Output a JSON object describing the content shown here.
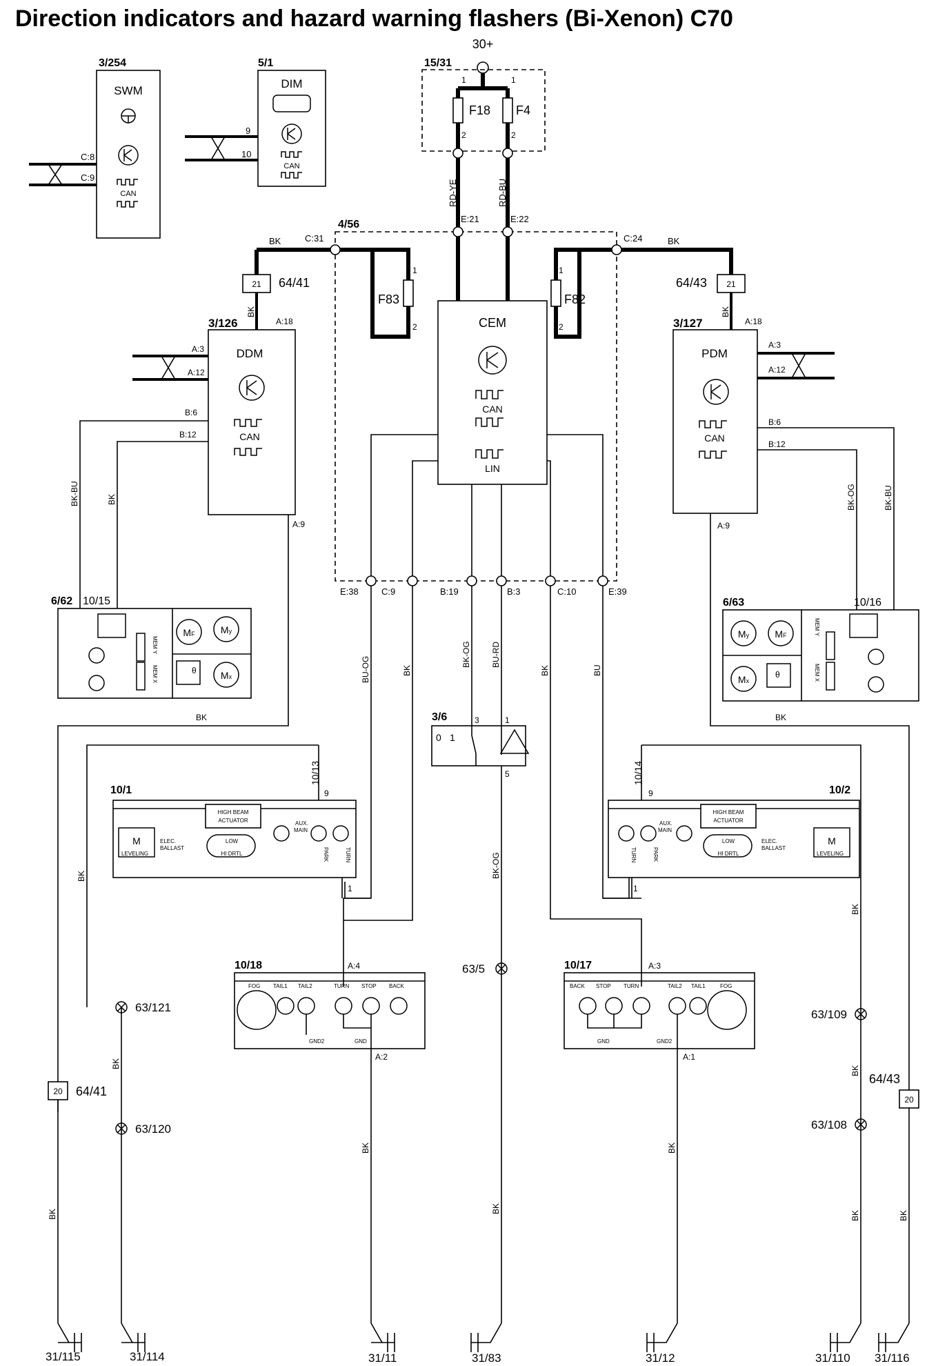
{
  "title": "Direction indicators and hazard warning flashers (Bi-Xenon) C70",
  "supply": "30+",
  "modules": {
    "swm": {
      "code": "3/254",
      "name": "SWM",
      "can": "CAN",
      "pins": [
        "C:8",
        "C:9"
      ]
    },
    "dim": {
      "code": "5/1",
      "name": "DIM",
      "can": "CAN",
      "pins": [
        "9",
        "10"
      ]
    },
    "fusebox": {
      "code": "15/31",
      "fuses": [
        "F18",
        "F4"
      ],
      "pin_top": "1",
      "pin_bottom": "2"
    },
    "cem": {
      "name": "CEM",
      "can": "CAN",
      "lin": "LIN"
    },
    "ddm": {
      "code": "3/126",
      "name": "DDM",
      "can": "CAN",
      "pins": [
        "A:18",
        "A:3",
        "A:12",
        "B:6",
        "B:12",
        "A:9"
      ]
    },
    "pdm": {
      "code": "3/127",
      "name": "PDM",
      "can": "CAN",
      "pins": [
        "A:18",
        "A:3",
        "A:12",
        "B:6",
        "B:12",
        "A:9"
      ]
    },
    "cem_box": {
      "code": "4/56",
      "fuses": [
        "F83",
        "F82"
      ],
      "pins": [
        "C:31",
        "C:24",
        "E:21",
        "E:22",
        "E:38",
        "C:9",
        "B:19",
        "B:3",
        "C:10",
        "E:39"
      ]
    },
    "mirror_left": {
      "code": "6/62",
      "sub": "10/15",
      "mem_y": "MEM Y",
      "mem_x": "MEM X"
    },
    "mirror_right": {
      "code": "6/63",
      "sub": "10/16",
      "mem_y": "MEM Y",
      "mem_x": "MEM X"
    },
    "hazard_switch": {
      "code": "3/6",
      "pins": [
        "3",
        "1",
        "5"
      ],
      "pos0": "0",
      "pos1": "1"
    },
    "headlamp_left": {
      "code": "10/1",
      "sub": "10/13",
      "pin_top": "9",
      "pin_bottom": "1",
      "labels": [
        "HIGH BEAM ACTUATOR",
        "AUX.",
        "MAIN",
        "LEVELING",
        "ELEC. BALLAST",
        "LOW",
        "HI DRTL",
        "PARK",
        "TURN"
      ]
    },
    "headlamp_right": {
      "code": "10/2",
      "sub": "10/14",
      "pin_top": "9",
      "pin_bottom": "1",
      "labels": [
        "HIGH BEAM ACTUATOR",
        "AUX.",
        "MAIN",
        "LEVELING",
        "ELEC. BALLAST",
        "LOW",
        "HI DRTL",
        "PARK",
        "TURN"
      ]
    },
    "taillamp_left": {
      "code": "10/18",
      "pin_in": "A:4",
      "pin_out": "A:2",
      "lamps": [
        "FOG",
        "TAIL1",
        "TAIL2",
        "TURN",
        "STOP",
        "BACK"
      ],
      "gnd": [
        "GND2",
        "GND"
      ]
    },
    "taillamp_right": {
      "code": "10/17",
      "pin_in": "A:3",
      "pin_out": "A:1",
      "lamps": [
        "BACK",
        "STOP",
        "TURN",
        "TAIL2",
        "TAIL1",
        "FOG"
      ],
      "gnd": [
        "GND",
        "GND2"
      ]
    }
  },
  "wires": {
    "rd_ye": "RD-YE",
    "rd_bu": "RD-BU",
    "bk": "BK",
    "bk_bu": "BK-BU",
    "bk_og": "BK-OG",
    "bu_og": "BU-OG",
    "bk_rd": "BU-RD",
    "bu": "BU"
  },
  "splices": {
    "s6441_top": "64/41",
    "s6443_top": "64/43",
    "s6441_bot": "64/41",
    "s6443_bot": "64/43",
    "n21": "21",
    "n20": "20",
    "s63_121": "63/121",
    "s63_120": "63/120",
    "s63_5": "63/5",
    "s63_109": "63/109",
    "s63_108": "63/108"
  },
  "grounds": [
    "31/115",
    "31/114",
    "31/11",
    "31/83",
    "31/12",
    "31/110",
    "31/116"
  ]
}
